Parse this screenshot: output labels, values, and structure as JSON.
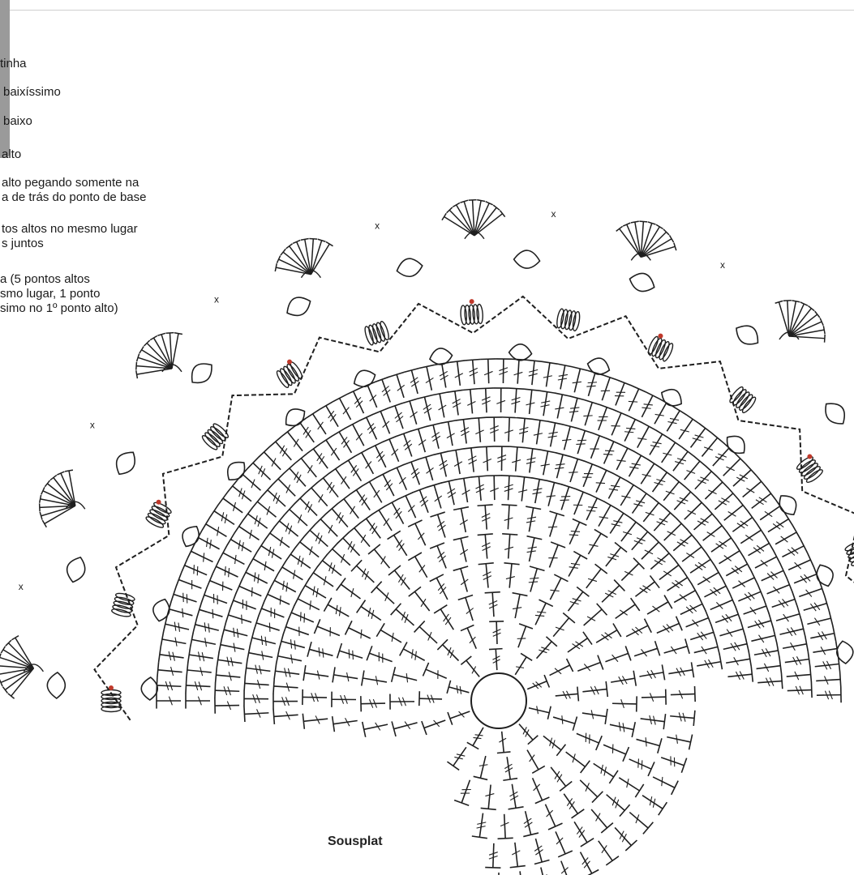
{
  "legend": {
    "items": [
      {
        "line1": "tinha",
        "line2": ""
      },
      {
        "line1": "baixíssimo",
        "line2": ""
      },
      {
        "line1": "baixo",
        "line2": ""
      },
      {
        "line1": "alto",
        "line2": ""
      },
      {
        "line1": "alto pegando somente na",
        "line2": "a de trás do ponto de base"
      },
      {
        "line1": "tos altos no mesmo lugar",
        "line2": "s juntos"
      },
      {
        "line1": "a (5 pontos altos",
        "line2": "smo lugar, 1 ponto",
        "line3": "simo no 1º ponto alto)"
      }
    ]
  },
  "diagram": {
    "caption": "Sousplat",
    "ink_color": "#1f1f1f",
    "accent_color": "#c0392b"
  }
}
